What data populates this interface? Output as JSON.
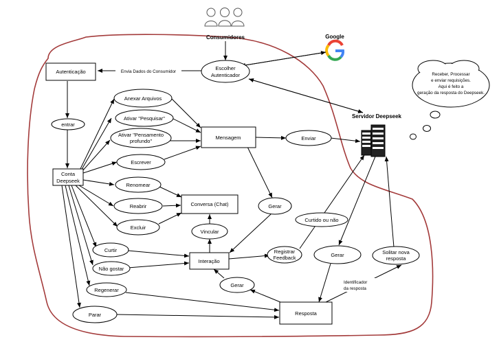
{
  "consumers": {
    "label": "Consumidores"
  },
  "google": {
    "label": "Google"
  },
  "server": {
    "label": "Servidor Deepseek"
  },
  "thought": {
    "lines": [
      "Receber, Processar",
      "e enviar requisições.",
      "Aqui é feito a",
      "geração da resposta do Deepseek."
    ]
  },
  "edge_labels": {
    "envia_dados": "Envia  Dados do Consumidor",
    "identificador": [
      "Identificador",
      "da resposta"
    ]
  },
  "boxes": {
    "autenticacao": "Autenticação",
    "conta": [
      "Conta",
      "Deepseek"
    ],
    "mensagem": "Mensagem",
    "conversa": "Conversa (Chat)",
    "interacao": "Interação",
    "resposta": "Resposta"
  },
  "ovals": {
    "escolher": [
      "Escolher",
      "Autenticador"
    ],
    "entrar": "entrar",
    "anexar": "Anexar Arquivos",
    "pesquisar": "Ativar \"Pesquisar\"",
    "pensamento": [
      "Ativar \"Pensamento",
      "profundo\""
    ],
    "escrever": "Escrever",
    "renomear": "Renomear",
    "reabrir": "Reabrir",
    "excluir": "Excluir",
    "enviar": "Enviar",
    "gerar_msg": "Gerar",
    "vincular": "Vincular",
    "curtir": "Curtir",
    "nao_gostar": "Não gostar",
    "regenerar": "Regenerar",
    "parar": "Parar",
    "gerar_int": "Gerar",
    "registrar": [
      "Registrar",
      "Feedback"
    ],
    "gerar_srv": "Gerar",
    "solicitar": [
      "Solitar nova",
      "resposta"
    ],
    "curtido": "Curtido ou não"
  }
}
